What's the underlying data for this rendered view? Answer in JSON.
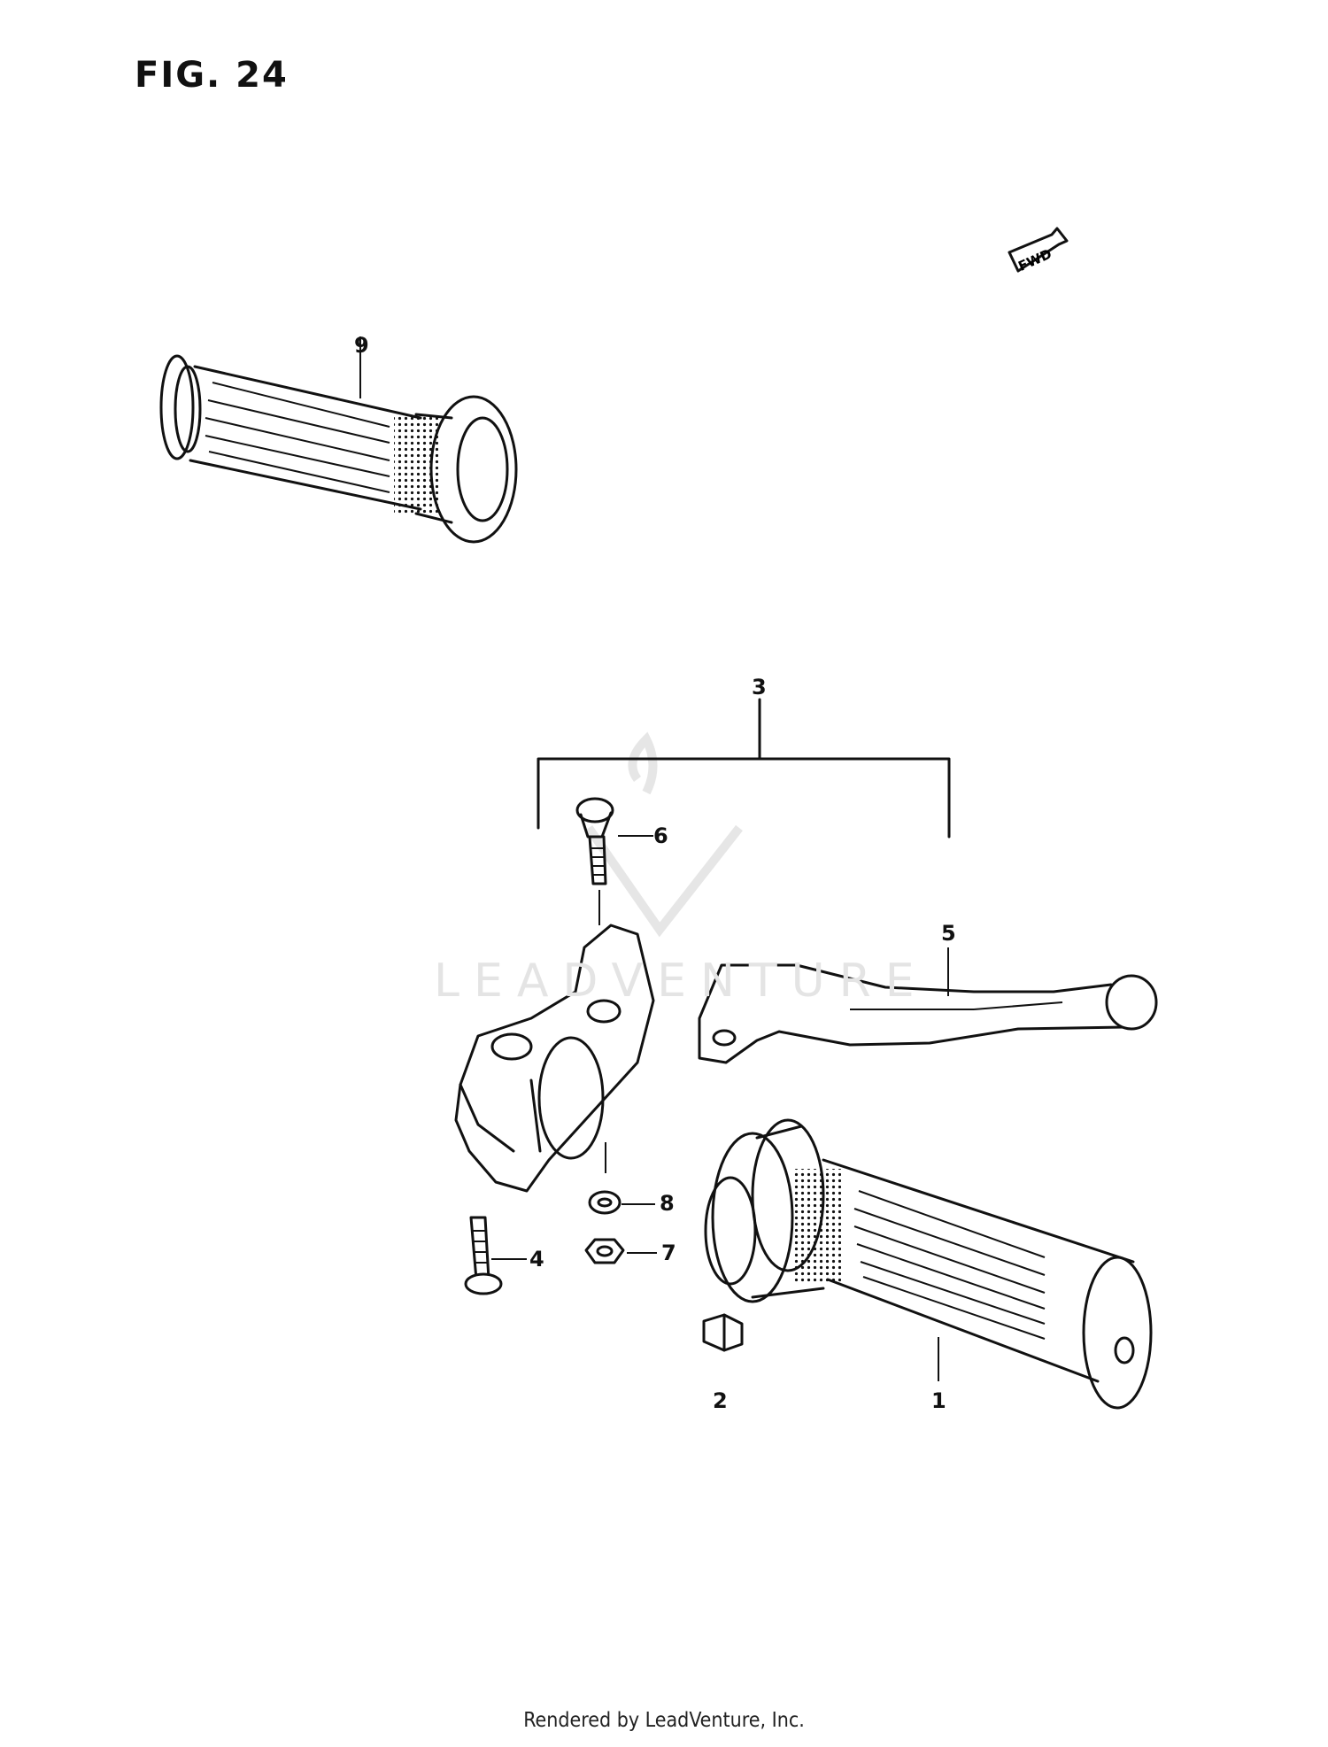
{
  "figure": {
    "title": "FIG. 24",
    "front_arrow_label": "FWD",
    "watermark_text": "LEADVENTURE",
    "footer": "Rendered by LeadVenture, Inc."
  },
  "callouts": {
    "c1": "1",
    "c2": "2",
    "c3": "3",
    "c4": "4",
    "c5": "5",
    "c6": "6",
    "c7": "7",
    "c8": "8",
    "c9": "9"
  },
  "colors": {
    "line": "#111111",
    "background": "#ffffff",
    "watermark": "#e4e4e4"
  }
}
